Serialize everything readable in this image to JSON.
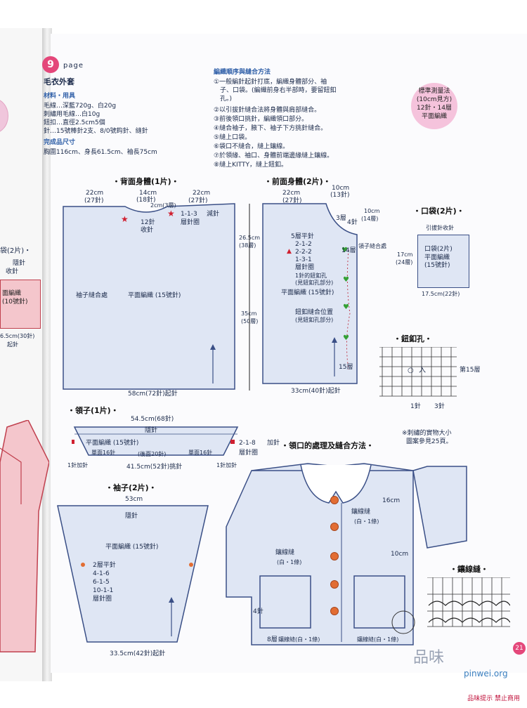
{
  "header": {
    "page_number": "9",
    "page_label": "page",
    "title": "毛衣外套",
    "materials_heading": "材料・用具",
    "materials": [
      "毛線…深藍720g、白20g",
      "刺繡用毛線…白10g",
      "鈕扣…直徑2.5cm5個",
      "針…15號棒針2支、8/0號鈎針、縫針"
    ],
    "size_heading": "完成品尺寸",
    "size": "胸圍116cm、身長61.5cm、袖長75cm"
  },
  "procedure": {
    "heading": "編織順序與縫合方法",
    "steps": [
      "①一般編針起針打底，編織身體部分、袖",
      "　子、口袋。(編織前身右半部時，要留鈕釦",
      "　孔。)",
      "②以引拔針縫合法將身體與肩部縫合。",
      "③前後領口挑針，編織領口部分。",
      "④縫合袖子，腋下、袖子下方挑針縫合。",
      "⑤縫上口袋。",
      "⑥袋口不縫合，縫上鑲線。",
      "⑦於領緣、袖口、身體前端邊緣縫上鑲線。",
      "⑧縫上KITTY，縫上鈕釦。"
    ]
  },
  "gauge": {
    "lines": [
      "標準測量法",
      "(10cm見方)",
      "12針・14層",
      "平面編織"
    ]
  },
  "back_body": {
    "title": "・背面身體(1片)・",
    "w_left": "22cm",
    "w_left_st": "(27針)",
    "w_mid": "14cm",
    "w_mid_st": "(18針)",
    "w_right": "22cm",
    "w_right_st": "(27針)",
    "neck_depth": "2cm(3層)",
    "neck_dec": "12針",
    "neck_dec2": "收針",
    "shoulder": "1-1-3",
    "shoulder_lbl": "減針",
    "shoulder_lbl2": "層針圈",
    "sleeve_note": "袖子縫合處",
    "stitch": "平面編織 (15號針)",
    "h_top": "26.5cm",
    "h_top_st": "(38層)",
    "h_bot": "35cm",
    "h_bot_st": "(50層)",
    "bottom": "58cm(72針)起針"
  },
  "front_body": {
    "title": "・前面身體(2片)・",
    "w_left": "22cm",
    "w_left_st": "(27針)",
    "w_right": "10cm",
    "w_right_st": "(13針)",
    "neck": "10cm",
    "neck_st": "(14層)",
    "neck_side": "3層",
    "neck_side2": "4針",
    "dec_title": "5層平針",
    "dec_rows": [
      "2-1-2",
      "2-2-2",
      "1-3-1"
    ],
    "dec_lbl": "層針圈",
    "collar_note": "領子縫合處",
    "buttonhole_note": "14層",
    "buttonhole_note2": "1針的鈕釦孔",
    "buttonhole_note3": "(見鈕釦孔部分)",
    "stitch": "平面編織 (15號針)",
    "pos_note": "鈕釦縫合位置",
    "pos_note2": "(見鈕釦孔部分)",
    "bottom_rows": "15層",
    "bottom": "33cm(40針)起針"
  },
  "pocket": {
    "title": "・口袋(2片)・",
    "top": "引拔針收針",
    "inner1": "口袋(2片)",
    "inner2": "平面編織",
    "inner3": "(15號針)",
    "height": "17cm",
    "height_st": "(24層)",
    "bottom": "17.5cm(22針)"
  },
  "buttonhole": {
    "title": "・鈕釦孔・",
    "row_label": "第15層",
    "marks": [
      "○",
      "入"
    ],
    "left": "1針",
    "right": "3針"
  },
  "collar": {
    "title": "・領子(1片)・",
    "top": "54.5cm(68針)",
    "inc": "2-1-8",
    "inc_lbl": "加針",
    "inc_lbl2": "層針圈",
    "rib_label": "隱針",
    "stitch": "平面編織 (15號針)",
    "left_note": "單面16針",
    "right_note": "單面16針",
    "mid_note": "(後面20針)",
    "left_inc": "1針加針",
    "right_inc": "1針加針",
    "bottom": "41.5cm(52針)挑針"
  },
  "finish": {
    "title": "・領口的處理及縫合方法・",
    "note1": "※刺繡的實物大小",
    "note2": "圖案參見25頁。",
    "embroidery1": "鑲線縫",
    "embroidery1b": "(白・1條)",
    "embroidery2": "鑲線縫",
    "embroidery2b": "(白・1條)",
    "embroidery3": "鑲線縫(白・1條)",
    "embroidery4": "鑲線縫(白・1條)",
    "dim1": "16cm",
    "dim2": "10cm",
    "side1": "4針",
    "side2": "8層"
  },
  "sleeve": {
    "title": "・袖子(2片)・",
    "top": "53cm",
    "rib": "隱針",
    "stitch": "平面編織 (15號針)",
    "inc_title": "2層平針",
    "inc_rows": [
      "4-1-6",
      "6-1-5",
      "10-1-1"
    ],
    "inc_lbl": "層針圈",
    "bottom": "33.5cm(42針)起針"
  },
  "side_left": {
    "pocket": "袋(2片)・",
    "rib": "隱針",
    "rib2": "收針",
    "stitch": "面編織",
    "stitch2": "(10號針)",
    "bottom": "6.5cm(30針)",
    "bottom2": "起針"
  },
  "stitch_legend": {
    "title": "・鑲線縫・"
  },
  "footer": {
    "page_no": "21",
    "site": "pinwei.org",
    "logo": "品味",
    "notice": "品味提示 禁止商用"
  },
  "colors": {
    "panel": "#dfe6f4",
    "line": "#3a4f86",
    "accent_pink": "#e4477a",
    "button": "#e26d33"
  }
}
